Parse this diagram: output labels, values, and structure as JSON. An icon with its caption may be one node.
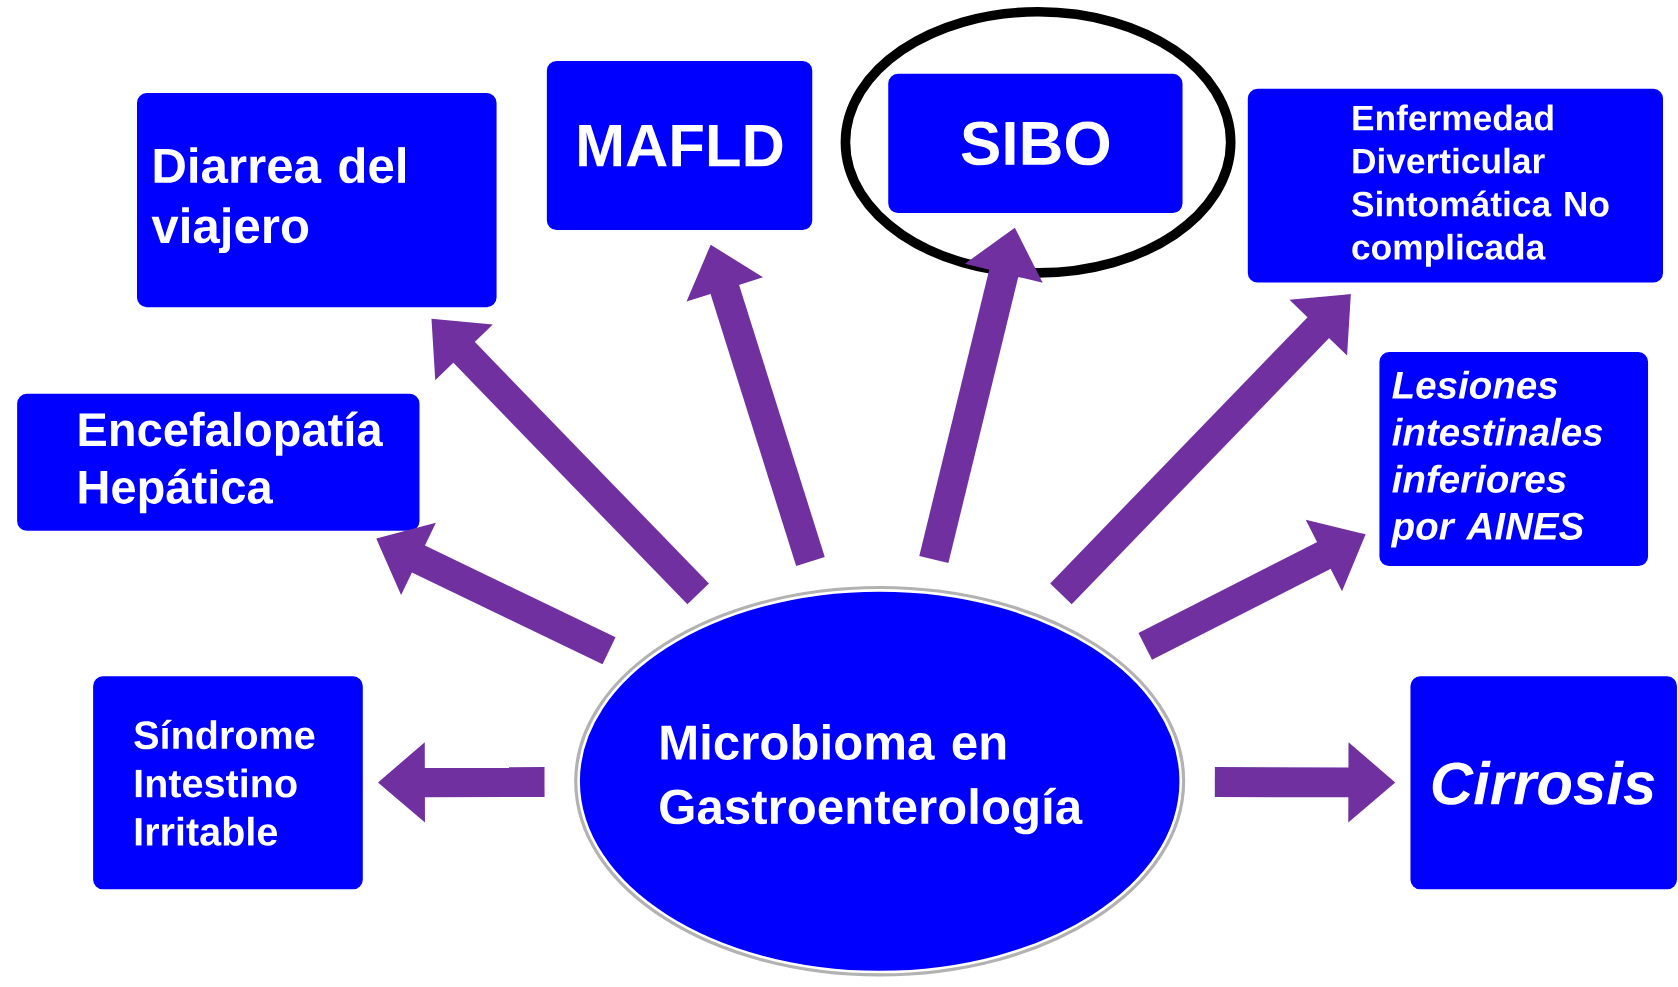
{
  "diagram": {
    "nodes": [
      {
        "text": [
          "Microbioma en Gastroenterología"
        ]
      },
      {
        "text": [
          "Diarrea del viajero"
        ]
      },
      {
        "text": [
          "MAFLD"
        ]
      },
      {
        "text": [
          "SIBO"
        ]
      },
      {
        "text": [
          "Enfermedad Diverticular Sintomática No complicada"
        ]
      },
      {
        "text": [
          "Encefalopatía Hepática"
        ]
      },
      {
        "text": [
          "Lesiones intestinales inferiores por AINES"
        ]
      },
      {
        "text": [
          "Síndrome Intestino Irritable"
        ]
      },
      {
        "text": [
          "Cirrosis"
        ]
      }
    ],
    "edges": [
      {
        "from": 0,
        "to": 1,
        "arrow": "to"
      },
      {
        "from": 0,
        "to": 2,
        "arrow": "to"
      },
      {
        "from": 0,
        "to": 3,
        "arrow": "to"
      },
      {
        "from": 0,
        "to": 4,
        "arrow": "to"
      },
      {
        "from": 0,
        "to": 5,
        "arrow": "to"
      },
      {
        "from": 0,
        "to": 6,
        "arrow": "to"
      },
      {
        "from": 0,
        "to": 7,
        "arrow": "to"
      },
      {
        "from": 0,
        "to": 8,
        "arrow": "to"
      }
    ]
  }
}
